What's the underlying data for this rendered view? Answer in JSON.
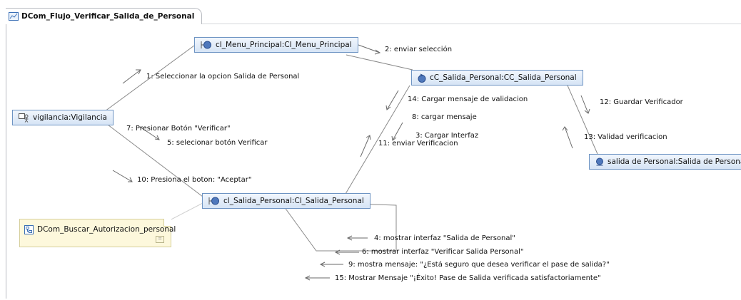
{
  "diagram": {
    "title": "DCom_Flujo_Verificar_Salida_de_Personal",
    "nodes": {
      "vigilancia": "vigilancia:Vigilancia",
      "menu_principal": "cl_Menu_Principal:Cl_Menu_Principal",
      "cc_salida": "cC_Salida_Personal:CC_Salida_Personal",
      "cl_salida": "cl_Salida_Personal:Cl_Salida_Personal",
      "salida_entidad": "salida de Personal:Salida de Personal"
    },
    "note": {
      "label": "DCom_Buscar_Autorizacion_personal"
    },
    "messages": {
      "m1": "1: Seleccionar  la opcion Salida de Personal",
      "m2": "2: enviar selección",
      "m3": "3: Cargar Interfaz",
      "m4": "4: mostrar interfaz \"Salida de Personal\"",
      "m5": "5: selecionar botón Verificar",
      "m6": "6: mostrar interfaz \"Verificar Salida Personal\"",
      "m7": "7: Presionar Botón \"Verificar\"",
      "m8": "8: cargar mensaje",
      "m9": "9: mostra mensaje: \"¿Está seguro que desea verificar el pase de salida?\"",
      "m10": "10: Presiona el boton: \"Aceptar\"",
      "m11": "11: enviar Verificacion",
      "m12": "12: Guardar Verificador",
      "m13": "13: Validad verificacion",
      "m14": "14: Cargar mensaje de validacion",
      "m15": "15: Mostrar Mensaje \"¡Éxito! Pase de Salida verificada satisfactoriamente\""
    },
    "colors": {
      "node_border": "#6e94c3",
      "node_fill": "#d6e4f5",
      "link": "#8a8a8a",
      "note_fill": "#fdf8dc",
      "note_border": "#d6cf9b"
    },
    "icons": {
      "frame": "diagram-icon",
      "actor": "actor-icon",
      "boundary": "boundary-icon",
      "control": "control-icon",
      "entity": "entity-icon",
      "note": "diagram-link-icon"
    }
  }
}
